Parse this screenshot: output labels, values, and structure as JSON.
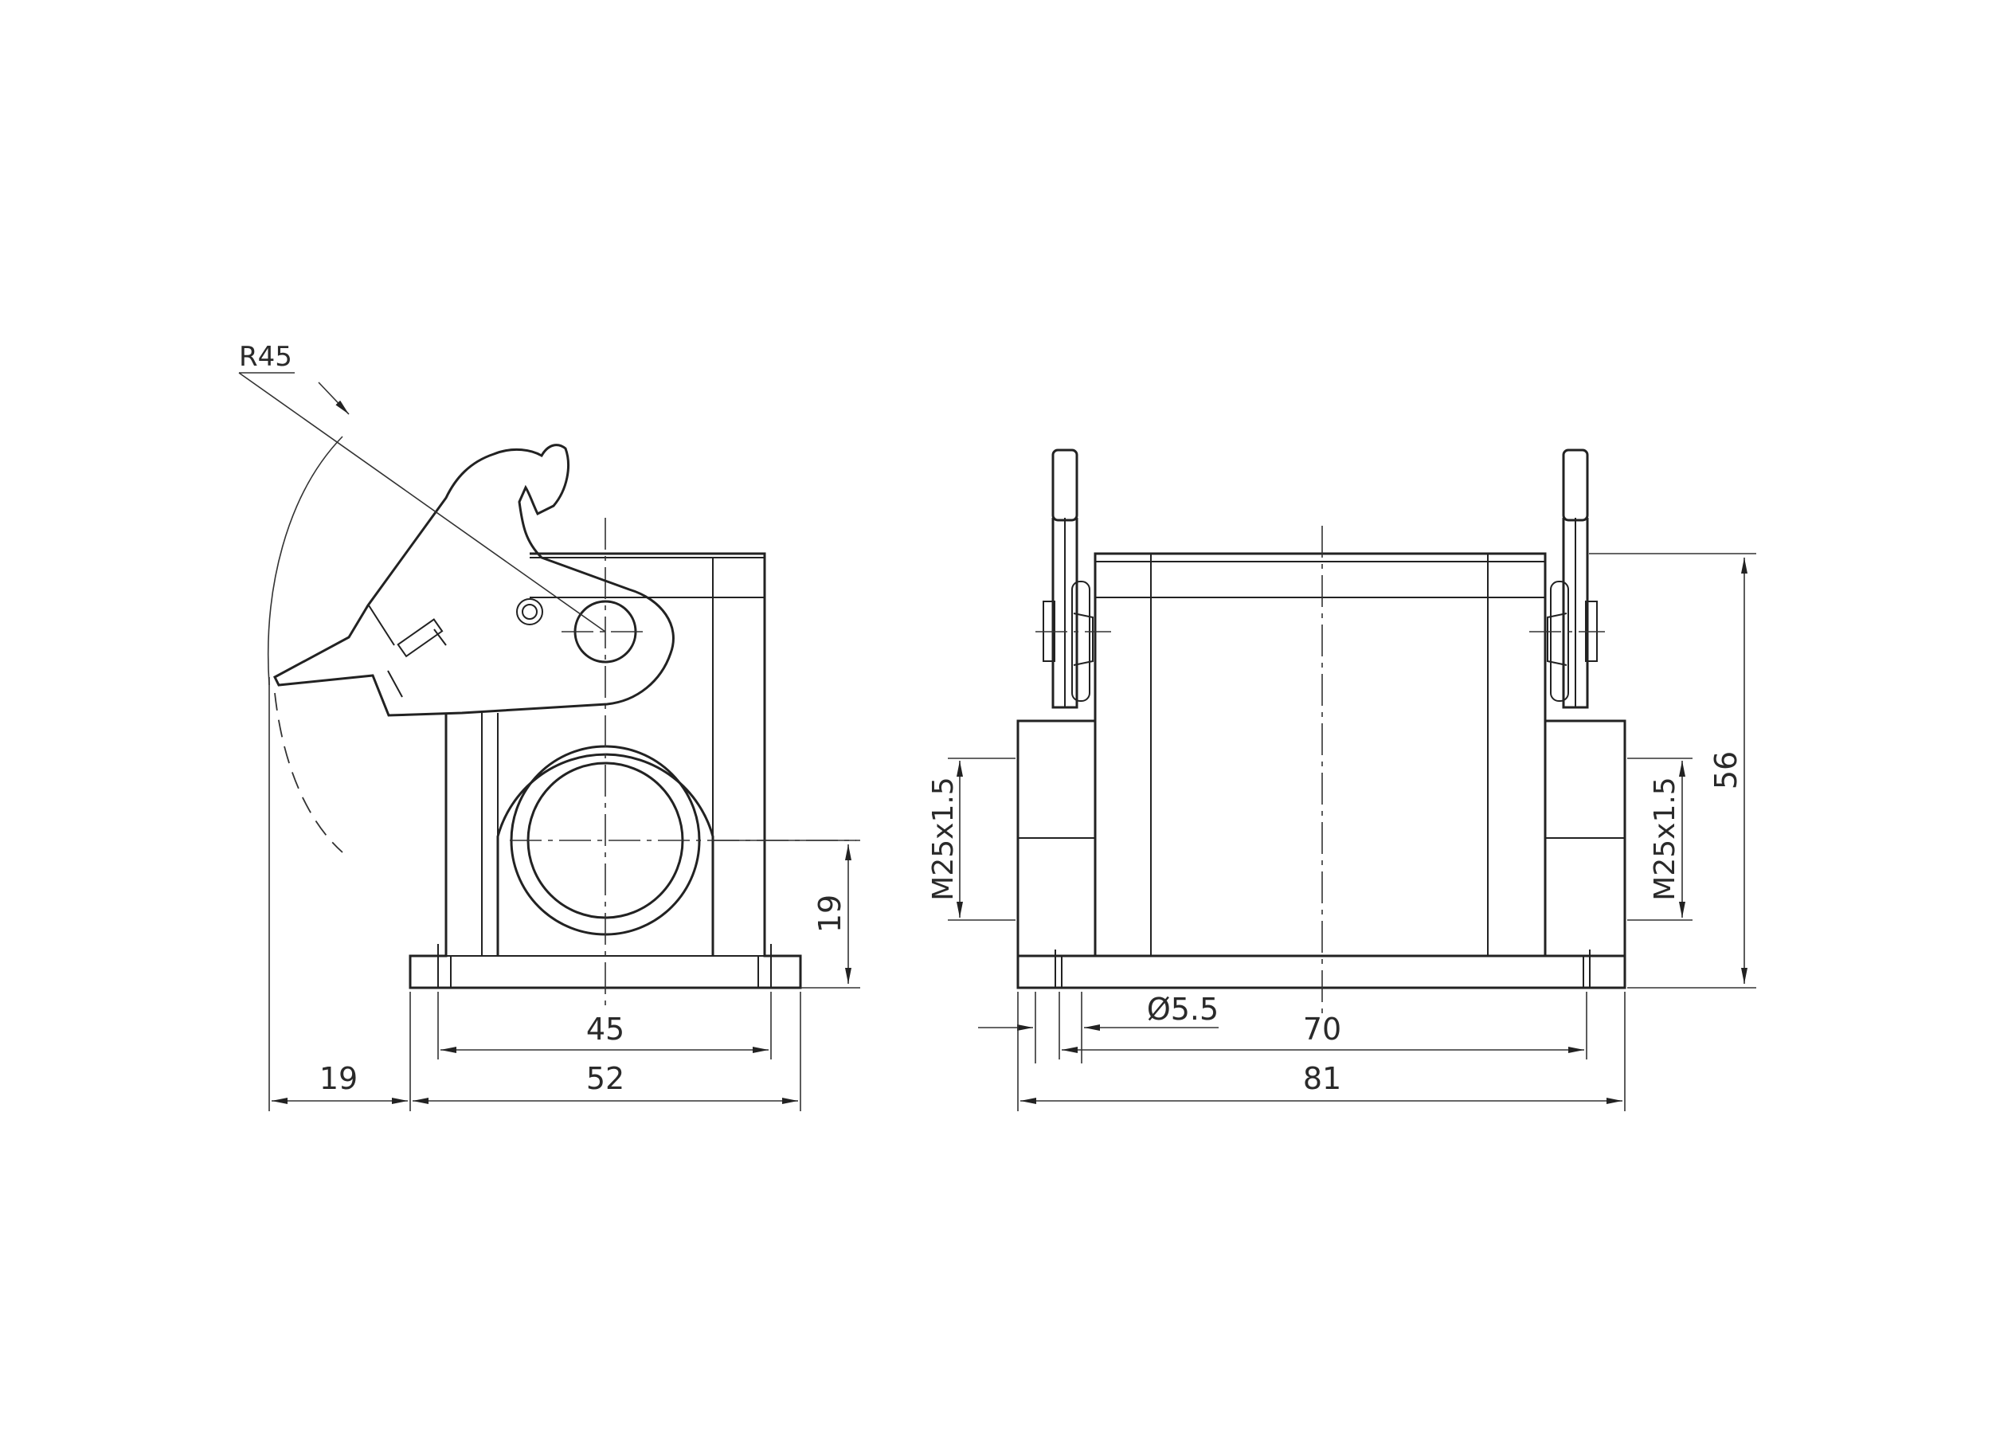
{
  "side_view": {
    "radius_label": "R45",
    "dim_height": "19",
    "dim_hole_spacing": "45",
    "dim_base_width": "52",
    "dim_lever_offset": "19"
  },
  "front_view": {
    "thread_left": "M25x1.5",
    "thread_right": "M25x1.5",
    "dim_total_height": "56",
    "dim_hole_diameter": "Ø5.5",
    "dim_hole_spacing": "70",
    "dim_overall_width": "81"
  }
}
